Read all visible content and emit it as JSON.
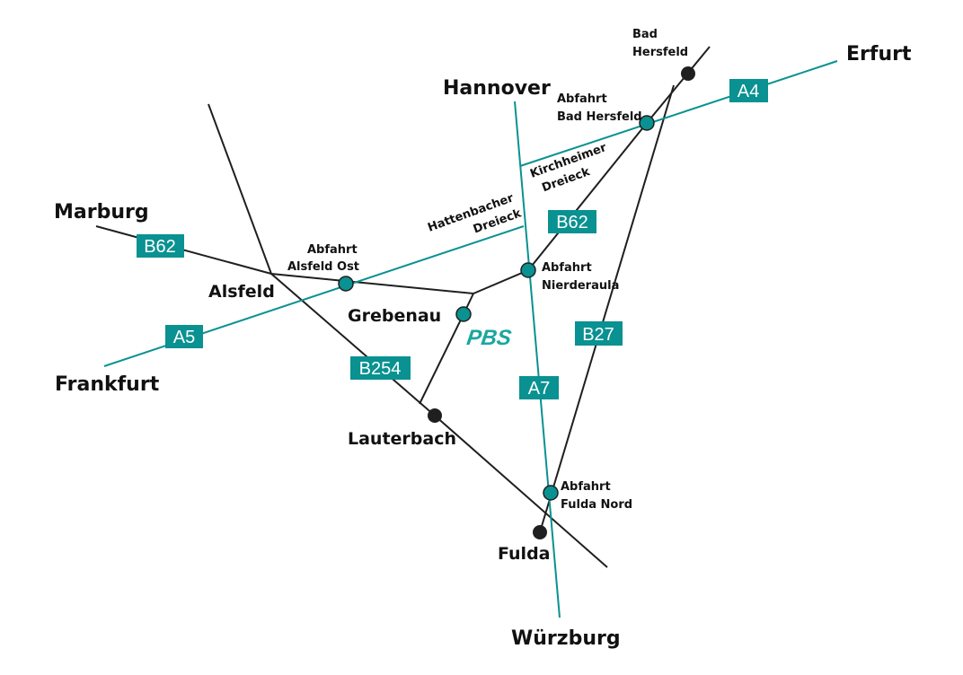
{
  "colors": {
    "highway": "#0a9191",
    "road": "#1f1f1f"
  },
  "cities": {
    "marburg": "Marburg",
    "frankfurt": "Frankfurt",
    "hannover": "Hannover",
    "erfurt": "Erfurt",
    "wuerzburg": "Würzburg",
    "alsfeld": "Alsfeld",
    "grebenau": "Grebenau",
    "lauterbach": "Lauterbach",
    "fulda": "Fulda",
    "bad_hersfeld_1": "Bad",
    "bad_hersfeld_2": "Hersfeld"
  },
  "exits": {
    "alsfeld_ost": [
      "Abfahrt",
      "Alsfeld Ost"
    ],
    "bad_hersfeld": [
      "Abfahrt",
      "Bad Hersfeld"
    ],
    "niederaula": [
      "Abfahrt",
      "Nierderaula"
    ],
    "fulda_nord": [
      "Abfahrt",
      "Fulda Nord"
    ]
  },
  "junctions": {
    "hattenbach": [
      "Hattenbacher",
      "Dreieck"
    ],
    "kirchheim": [
      "Kirchheimer",
      "Dreieck"
    ]
  },
  "road_labels": {
    "a4": "A4",
    "a5": "A5",
    "a7": "A7",
    "b62_west": "B62",
    "b62_east": "B62",
    "b254": "B254",
    "b27": "B27"
  },
  "logo": "PBS"
}
